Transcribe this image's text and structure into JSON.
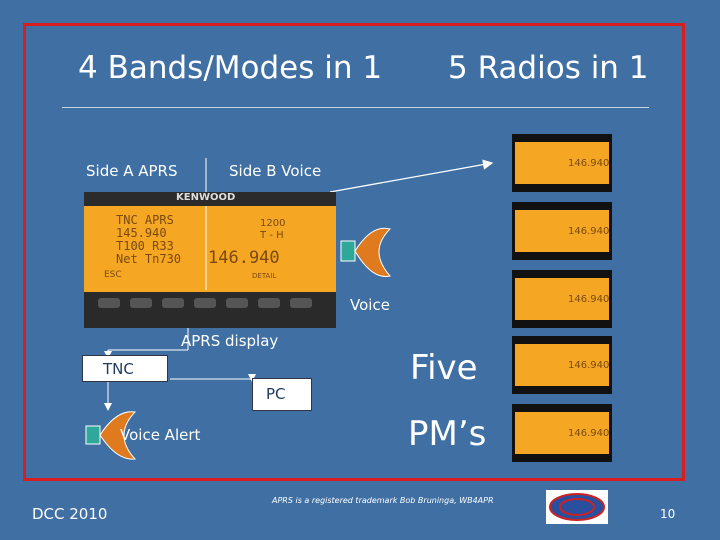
{
  "slide": {
    "title_left": "4 Bands/Modes in 1",
    "title_right": "5 Radios in 1",
    "side_a": "Side A APRS",
    "side_b": "Side B Voice",
    "voice": "Voice",
    "aprs_display": "APRS display",
    "tnc": "TNC",
    "pc": "PC",
    "voice_alert": "Voice Alert",
    "five": "Five",
    "pms": "PM’s",
    "trademark": "APRS is a registered trademark Bob Bruninga, WB4APR",
    "footer_left": "DCC 2010",
    "page_number": "10"
  },
  "radio_main": {
    "brand": "KENWOOD",
    "lines": [
      "TNC APRS",
      "145.940",
      "T100 R33",
      "Net Tn730"
    ],
    "right_top": "1200",
    "right_mid": "T - H",
    "freq": "146.940",
    "esc": "ESC",
    "detail": "DETAIL"
  },
  "radio_thumb": {
    "freq": "146.940"
  },
  "colors": {
    "background": "#3f6fa3",
    "frame": "#d81e1e",
    "lcd": "#f5a623",
    "speaker": "#e07a1e"
  }
}
